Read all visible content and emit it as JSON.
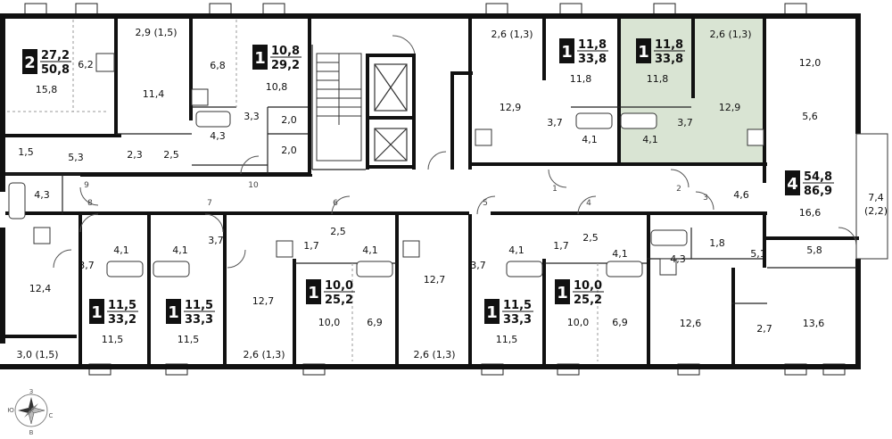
{
  "rooms": [
    {
      "id": "r1",
      "label": "15,8"
    },
    {
      "id": "r2",
      "label": "6,2"
    },
    {
      "id": "r3",
      "label": "2,9 (1,5)"
    },
    {
      "id": "r4",
      "label": "11,4"
    },
    {
      "id": "r5",
      "label": "6,8"
    },
    {
      "id": "r6",
      "label": "10,8"
    },
    {
      "id": "r7",
      "label": "3,3"
    },
    {
      "id": "r8",
      "label": "2,0"
    },
    {
      "id": "r9",
      "label": "2,0"
    },
    {
      "id": "r10",
      "label": "4,3"
    },
    {
      "id": "r11",
      "label": "2,3"
    },
    {
      "id": "r12",
      "label": "2,5"
    },
    {
      "id": "r13",
      "label": "1,5"
    },
    {
      "id": "r14",
      "label": "5,3"
    },
    {
      "id": "r15",
      "label": "4,3"
    },
    {
      "id": "r16",
      "label": "2,6 (1,3)"
    },
    {
      "id": "r17",
      "label": "12,9"
    },
    {
      "id": "r18",
      "label": "3,7"
    },
    {
      "id": "r19",
      "label": "11,8"
    },
    {
      "id": "r20",
      "label": "4,1"
    },
    {
      "id": "r21",
      "label": "11,8"
    },
    {
      "id": "r22",
      "label": "4,1"
    },
    {
      "id": "r23",
      "label": "3,7"
    },
    {
      "id": "r24",
      "label": "2,6 (1,3)"
    },
    {
      "id": "r25",
      "label": "12,9"
    },
    {
      "id": "r26",
      "label": "12,0"
    },
    {
      "id": "r27",
      "label": "5,6"
    },
    {
      "id": "r28",
      "label": "4,6"
    },
    {
      "id": "r29",
      "label": "16,6"
    },
    {
      "id": "r30",
      "label": "7,4"
    },
    {
      "id": "r31",
      "label": "(2,2)"
    },
    {
      "id": "r32",
      "label": "5,8"
    },
    {
      "id": "r33",
      "label": "5,1"
    },
    {
      "id": "r34",
      "label": "1,8"
    },
    {
      "id": "r35",
      "label": "4,3"
    },
    {
      "id": "r36",
      "label": "12,6"
    },
    {
      "id": "r37",
      "label": "2,7"
    },
    {
      "id": "r38",
      "label": "13,6"
    },
    {
      "id": "r39",
      "label": "12,4"
    },
    {
      "id": "r40",
      "label": "3,0 (1,5)"
    },
    {
      "id": "r41",
      "label": "3,7"
    },
    {
      "id": "r42",
      "label": "4,1"
    },
    {
      "id": "r43",
      "label": "11,5"
    },
    {
      "id": "r44",
      "label": "4,1"
    },
    {
      "id": "r45",
      "label": "3,7"
    },
    {
      "id": "r46",
      "label": "11,5"
    },
    {
      "id": "r47",
      "label": "12,7"
    },
    {
      "id": "r48",
      "label": "2,6 (1,3)"
    },
    {
      "id": "r49",
      "label": "1,7"
    },
    {
      "id": "r50",
      "label": "2,5"
    },
    {
      "id": "r51",
      "label": "4,1"
    },
    {
      "id": "r52",
      "label": "10,0"
    },
    {
      "id": "r53",
      "label": "6,9"
    },
    {
      "id": "r54",
      "label": "12,7"
    },
    {
      "id": "r55",
      "label": "2,6 (1,3)"
    },
    {
      "id": "r56",
      "label": "3,7"
    },
    {
      "id": "r57",
      "label": "4,1"
    },
    {
      "id": "r58",
      "label": "11,5"
    },
    {
      "id": "r59",
      "label": "1,7"
    },
    {
      "id": "r60",
      "label": "2,5"
    },
    {
      "id": "r61",
      "label": "4,1"
    },
    {
      "id": "r62",
      "label": "10,0"
    },
    {
      "id": "r63",
      "label": "6,9"
    }
  ],
  "doors": [
    "10",
    "9",
    "8",
    "7",
    "6",
    "5",
    "4",
    "1",
    "2",
    "3"
  ],
  "apartments": [
    {
      "id": "a1",
      "rooms": "2",
      "living": "27,2",
      "total": "50,8",
      "highlight": false
    },
    {
      "id": "a2",
      "rooms": "1",
      "living": "10,8",
      "total": "29,2",
      "highlight": false
    },
    {
      "id": "a3",
      "rooms": "1",
      "living": "11,8",
      "total": "33,8",
      "highlight": false
    },
    {
      "id": "a4",
      "rooms": "1",
      "living": "11,8",
      "total": "33,8",
      "highlight": true
    },
    {
      "id": "a5",
      "rooms": "4",
      "living": "54,8",
      "total": "86,9",
      "highlight": false
    },
    {
      "id": "a6",
      "rooms": "1",
      "living": "11,5",
      "total": "33,2",
      "highlight": false
    },
    {
      "id": "a7",
      "rooms": "1",
      "living": "11,5",
      "total": "33,3",
      "highlight": false
    },
    {
      "id": "a8",
      "rooms": "1",
      "living": "10,0",
      "total": "25,2",
      "highlight": false
    },
    {
      "id": "a9",
      "rooms": "1",
      "living": "11,5",
      "total": "33,3",
      "highlight": false
    },
    {
      "id": "a10",
      "rooms": "1",
      "living": "10,0",
      "total": "25,2",
      "highlight": false
    }
  ],
  "compass": {
    "n": "З",
    "e": "С",
    "s": "В",
    "w": "Ю"
  },
  "colors": {
    "wall": "#111111",
    "highlight": "#d9e4d3",
    "badge": "#111111"
  }
}
